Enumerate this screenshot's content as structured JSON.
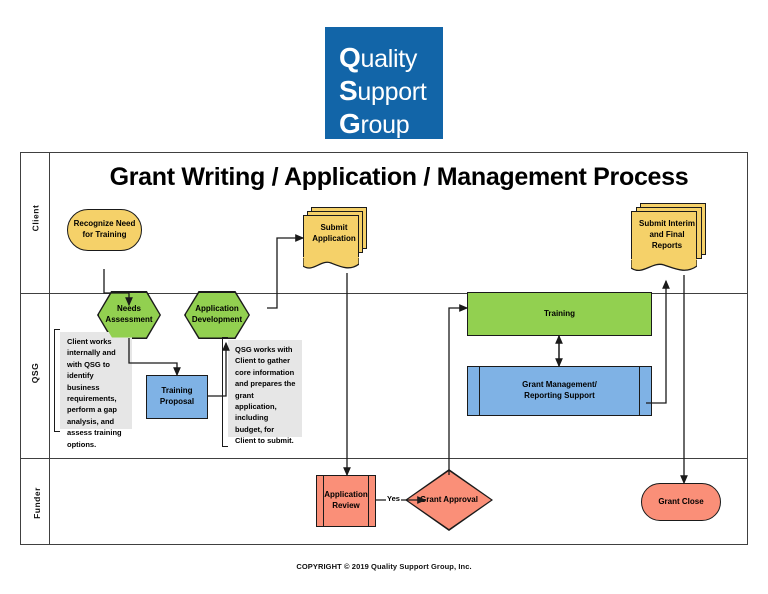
{
  "logo": {
    "background_color": "#1265a8",
    "lines": [
      {
        "cap": "Q",
        "rest": "uality"
      },
      {
        "cap": "S",
        "rest": "upport"
      },
      {
        "cap": "G",
        "rest": "roup"
      }
    ]
  },
  "diagram": {
    "title": "Grant Writing / Application / Management Process",
    "lanes": [
      {
        "id": "client",
        "label": "Client"
      },
      {
        "id": "qsg",
        "label": "QSG"
      },
      {
        "id": "funder",
        "label": "Funder"
      }
    ],
    "colors": {
      "yellow": "#f5d169",
      "green": "#92d050",
      "blue": "#7fb2e5",
      "salmon": "#fa8f78",
      "note_gray": "#e6e6e6",
      "line": "#1a1a1a",
      "frame": "#404040"
    },
    "nodes": [
      {
        "id": "recognize-need",
        "label": "Recognize Need\nfor Training",
        "shape": "terminator",
        "color": "yellow",
        "lane": "client"
      },
      {
        "id": "submit-application",
        "label": "Submit\nApplication",
        "shape": "multidocument",
        "color": "yellow",
        "lane": "client"
      },
      {
        "id": "submit-reports",
        "label": "Submit Interim\nand Final\nReports",
        "shape": "multidocument",
        "color": "yellow",
        "lane": "client"
      },
      {
        "id": "needs-assessment",
        "label": "Needs\nAssessment",
        "shape": "hexagon",
        "color": "green",
        "lane": "client-qsg"
      },
      {
        "id": "application-development",
        "label": "Application\nDevelopment",
        "shape": "hexagon",
        "color": "green",
        "lane": "client-qsg"
      },
      {
        "id": "training-proposal",
        "label": "Training\nProposal",
        "shape": "process",
        "color": "blue",
        "lane": "qsg"
      },
      {
        "id": "training",
        "label": "Training",
        "shape": "process",
        "color": "green",
        "lane": "qsg"
      },
      {
        "id": "grant-management",
        "label": "Grant Management/\nReporting Support",
        "shape": "predefined-process",
        "color": "blue",
        "lane": "qsg"
      },
      {
        "id": "application-review",
        "label": "Application\nReview",
        "shape": "predefined-process",
        "color": "salmon",
        "lane": "funder"
      },
      {
        "id": "grant-approval",
        "label": "Grant Approval",
        "shape": "diamond",
        "color": "salmon",
        "lane": "funder"
      },
      {
        "id": "grant-close",
        "label": "Grant Close",
        "shape": "terminator",
        "color": "salmon",
        "lane": "funder"
      }
    ],
    "notes": [
      {
        "id": "note-client",
        "text": "Client works internally and with QSG to identify business requirements, perform a gap analysis, and assess training options."
      },
      {
        "id": "note-qsg",
        "text": "QSG works with Client to gather core information and prepares the grant application, including budget, for Client to submit."
      }
    ],
    "edge_labels": [
      {
        "id": "yes-label",
        "text": "Yes"
      }
    ]
  },
  "copyright": "COPYRIGHT © 2019 Quality Support Group, Inc."
}
